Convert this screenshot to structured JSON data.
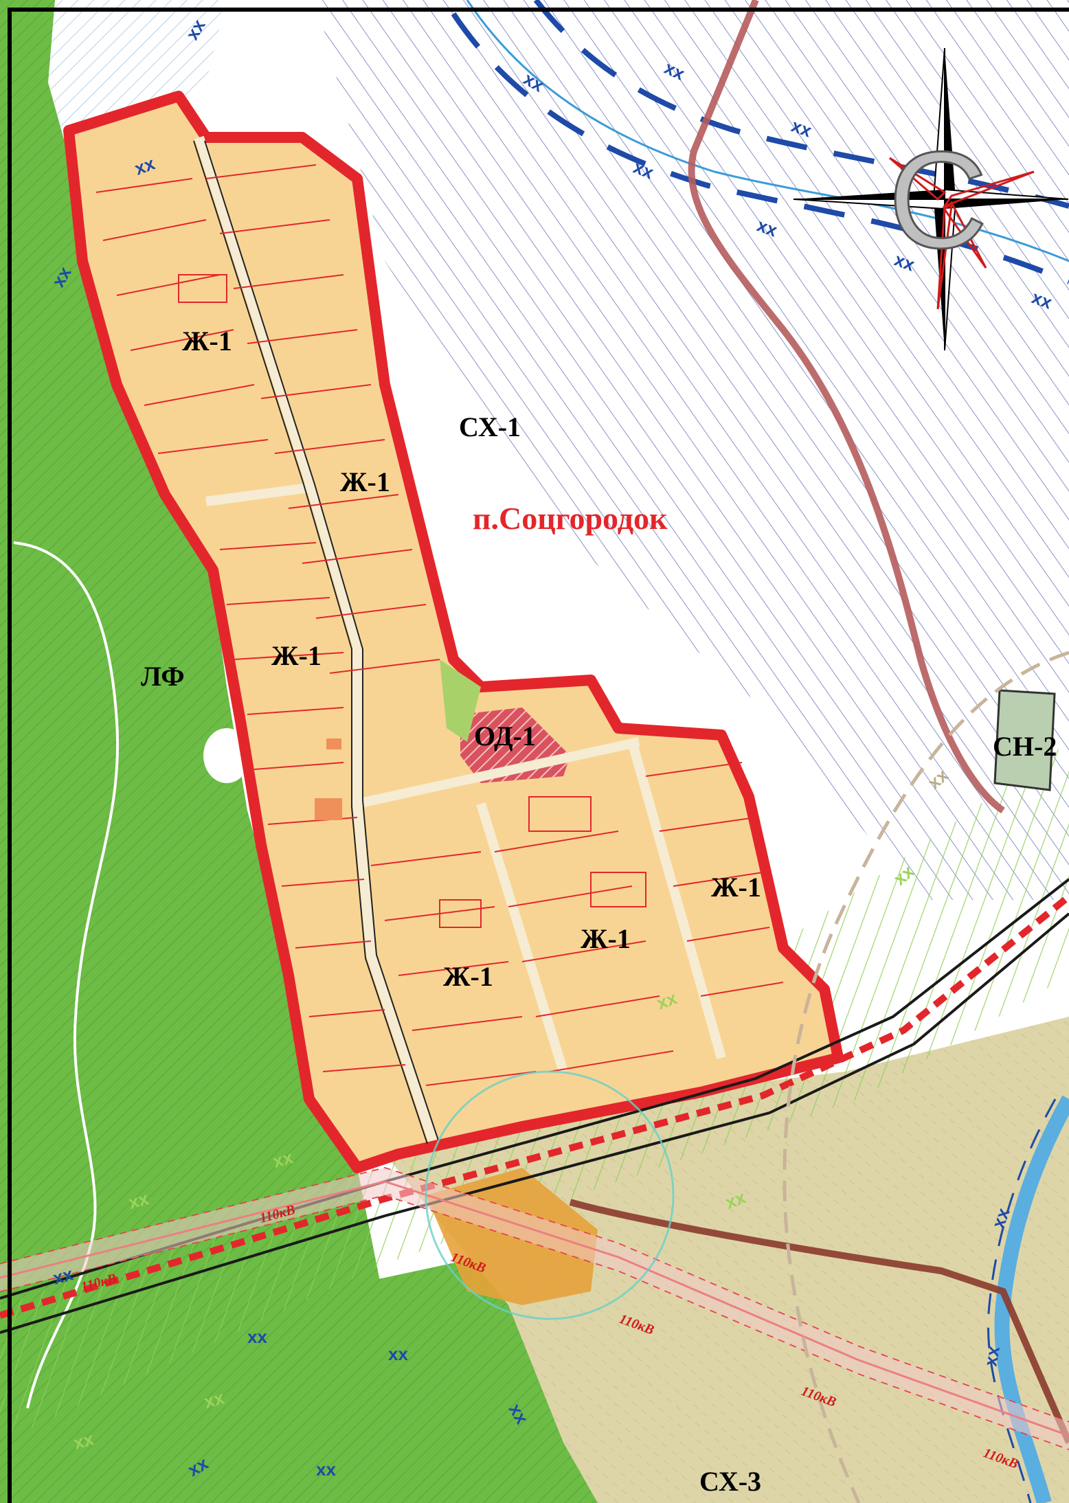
{
  "map": {
    "zones": {
      "residential": "Ж-1",
      "public_business": "ОД-1",
      "agricultural_1": "СХ-1",
      "agricultural_3": "СХ-3",
      "special": "СН-2",
      "forest": "ЛФ"
    },
    "settlement_name": "п.Соцгородок",
    "power_line_label": "110кВ",
    "protection_zone_label": "хх",
    "compass_letter": "С",
    "colors": {
      "residential": "#f8d494",
      "settlement_border": "#e3262b",
      "forest": "#6cbc45",
      "agricultural_hatch": "#8a93c6",
      "agricultural_3": "#ddd5a8",
      "public_business": "#d9535f",
      "special": "#b9cfb0",
      "river": "#5aaee0",
      "road": "#f6ecd3"
    }
  }
}
